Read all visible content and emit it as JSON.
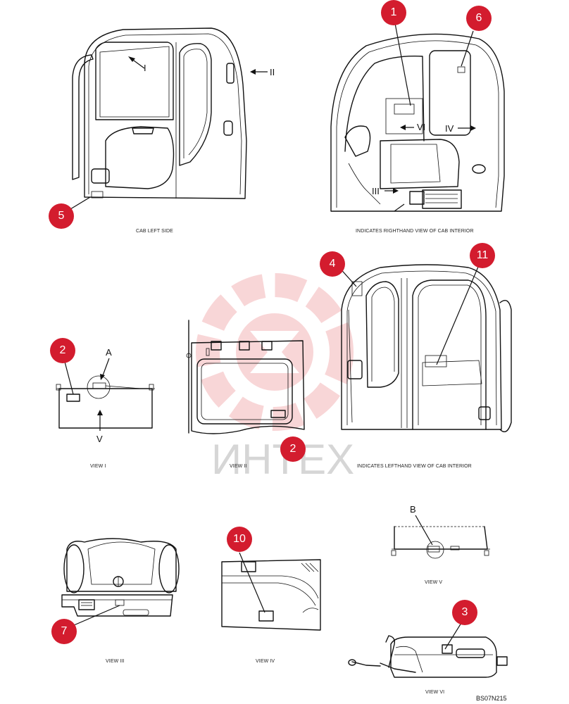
{
  "captions": {
    "cab_left_side": "CAB LEFT SIDE",
    "righthand_interior": "INDICATES RIGHTHAND VIEW OF CAB INTERIOR",
    "view_i": "VIEW I",
    "view_ii": "VIEW II",
    "lefthand_interior": "INDICATES LEFTHAND VIEW OF CAB INTERIOR",
    "view_iii": "VIEW III",
    "view_iv": "VIEW IV",
    "view_v": "VIEW V",
    "view_vi": "VIEW VI"
  },
  "doc_id": "BS07N215",
  "watermark": {
    "text": "ИНТЕХ",
    "color": "#e4474f"
  },
  "callout_color": "#d31c2e",
  "callouts": {
    "c1": "1",
    "c2a": "2",
    "c2b": "2",
    "c3": "3",
    "c4": "4",
    "c5": "5",
    "c6": "6",
    "c7": "7",
    "c10": "10",
    "c11": "11"
  },
  "view_markers": {
    "i": "I",
    "ii": "II",
    "iii": "III",
    "iv": "IV",
    "v": "V",
    "vi": "VI",
    "a": "A",
    "b": "B"
  }
}
